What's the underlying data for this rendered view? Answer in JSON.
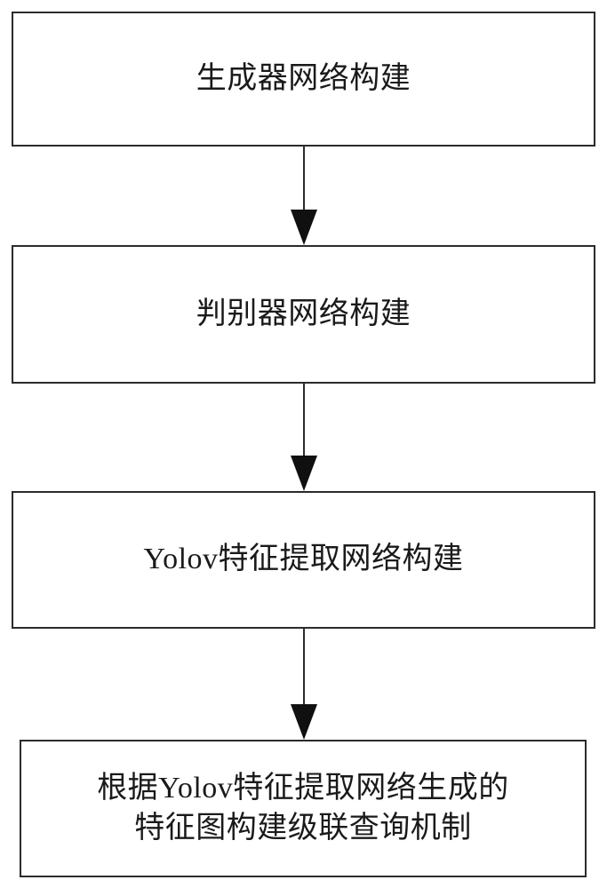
{
  "diagram": {
    "type": "flowchart",
    "orientation": "vertical",
    "background_color": "#ffffff",
    "line_color": "#2b2b2b",
    "text_color": "#1a1a1a",
    "nodes": [
      {
        "id": "node-1",
        "label": "生成器网络构建",
        "shape": "rectangle"
      },
      {
        "id": "node-2",
        "label": "判别器网络构建",
        "shape": "rectangle"
      },
      {
        "id": "node-3",
        "label": "Yolov特征提取网络构建",
        "shape": "rectangle"
      },
      {
        "id": "node-4",
        "label": "根据Yolov特征提取网络生成的\n特征图构建级联查询机制",
        "shape": "rectangle"
      }
    ],
    "edges": [
      {
        "id": "arrow-1",
        "from": "node-1",
        "to": "node-2",
        "style": "solid-arrow-down"
      },
      {
        "id": "arrow-2",
        "from": "node-2",
        "to": "node-3",
        "style": "solid-arrow-down"
      },
      {
        "id": "arrow-3",
        "from": "node-3",
        "to": "node-4",
        "style": "solid-arrow-down"
      }
    ]
  }
}
